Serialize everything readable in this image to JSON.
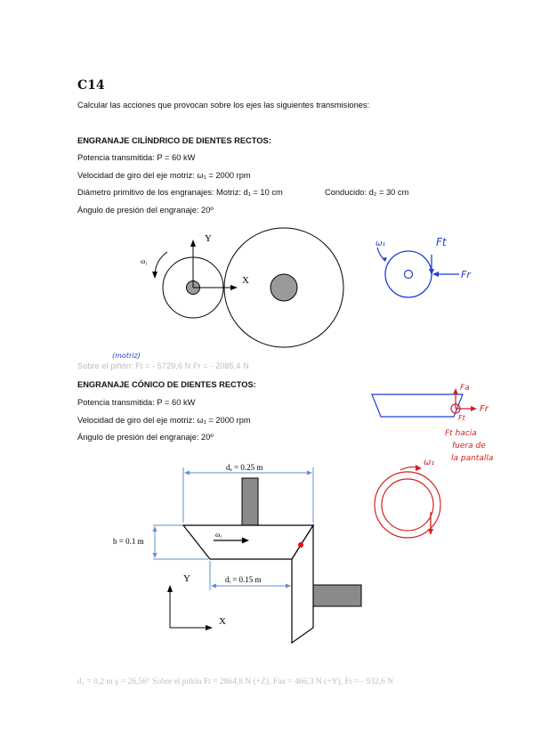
{
  "title": "C14",
  "intro": "Calcular las acciones que provocan sobre los ejes las siguientes transmisiones:",
  "cylindrical": {
    "heading": "ENGRANAJE CILÍNDRICO DE DIENTES RECTOS:",
    "power": "Potencia transmitida:   P = 60 kW",
    "speed": "Velocidad de giro del eje motriz:   ω₁ = 2000 rpm",
    "diameter_a": "Diámetro primitivo de los engranajes:   Motriz: d₁ = 10 cm",
    "diameter_b": "Conducido: d₂ = 30 cm",
    "pressure": "Ángulo de presión del engranaje:   20º",
    "fig": {
      "y_label": "Y",
      "x_label": "X",
      "omega_label": "ω₁"
    },
    "sketch": {
      "omega": "ω₁",
      "ft": "Ft",
      "fr": "Fr"
    },
    "motriz_note": "(motriz)",
    "answer": "Sobre el piñón:  Ft = - 5729,6 N   Fr = - 2085,4 N"
  },
  "conical": {
    "heading": "ENGRANAJE CÓNICO DE DIENTES RECTOS:",
    "power": "Potencia transmitida:   P = 60 kW",
    "speed": "Velocidad de giro del eje motriz:   ω₁ = 2000 rpm",
    "pressure": "Ángulo de presión del engranaje:   20º",
    "fig": {
      "de_label": "dₑ = 0.25 m",
      "di_label": "dᵢ = 0.15 m",
      "b_label": "b = 0.1 m",
      "omega_label": "ω₁",
      "y_label": "Y",
      "x_label": "X"
    },
    "sketch": {
      "fa": "Fa",
      "fr": "Fr",
      "ft": "Ft",
      "note_lines": [
        "Ft hacia",
        "fuera de",
        "la pantalla"
      ],
      "omega": "ω₁"
    },
    "answer": "d₁ = 0,2 m   γ = 26,56°  Sobre el piñón Ft = 2864,8 N  (+Z),  Fax = 466,3 N (+Y),  Fr = - 932,6 N"
  },
  "colors": {
    "blue_sketch": "#1f3fd6",
    "red_sketch": "#d42020",
    "dim_line": "#5f8fc8",
    "gear_fill": "#9a9a9a"
  }
}
